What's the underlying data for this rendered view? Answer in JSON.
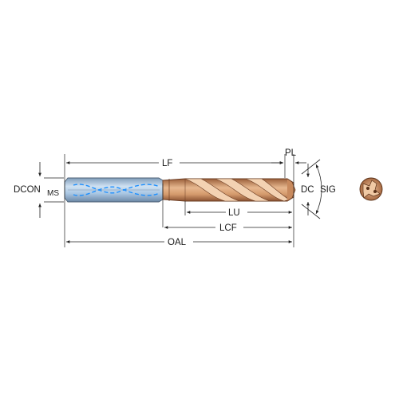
{
  "dimensions": {
    "lf": "LF",
    "pl": "PL",
    "dcon": "DCON",
    "ms": "MS",
    "dc": "DC",
    "sig": "SIG",
    "lu": "LU",
    "lcf": "LCF",
    "oal": "OAL"
  },
  "colors": {
    "shank": "#a9c9e6",
    "shank_edge": "#5a6f86",
    "coolant": "#1e90ff",
    "body": "#d8a37a",
    "body_dark": "#8a5232",
    "flute_light": "#f0c9a4",
    "line": "#222222"
  }
}
